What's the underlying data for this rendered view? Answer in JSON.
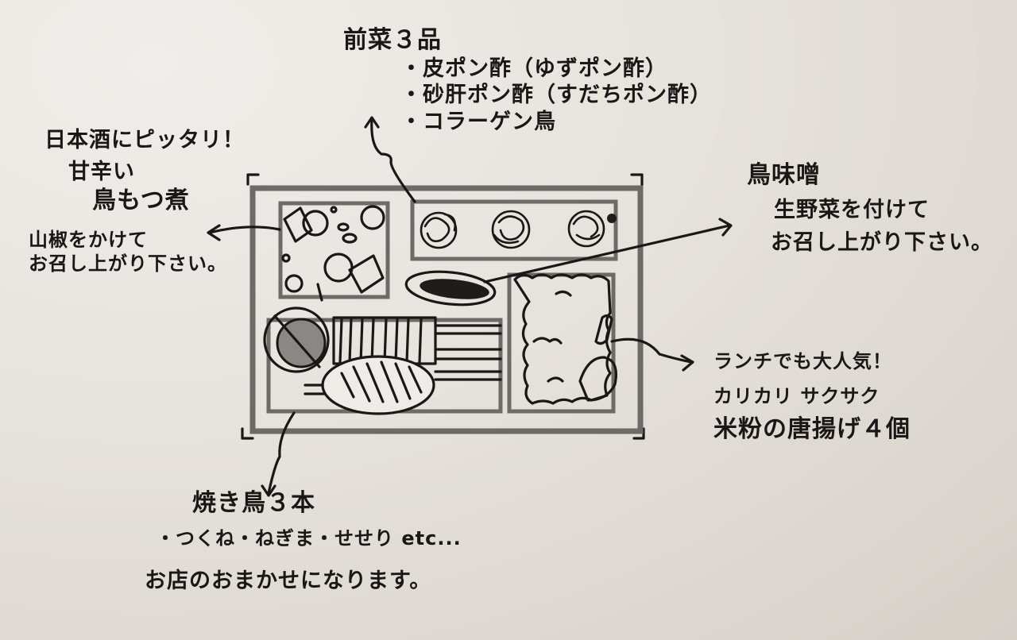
{
  "illustration": {
    "subject": "bento-box-lunch-sketch",
    "paper_color": "#e8e4de",
    "ink_color": "#1a1816"
  },
  "zensai": {
    "title": "前菜３品",
    "items": [
      "・皮ポン酢（ゆずポン酢）",
      "・砂肝ポン酢（すだちポン酢）",
      "・コラーゲン鳥"
    ]
  },
  "motsuni": {
    "tagline": "日本酒にピッタリ！",
    "line1": "甘辛い",
    "title": "鳥もつ煮",
    "desc": [
      "山椒をかけて",
      "お召し上がり下さい。"
    ]
  },
  "miso": {
    "title": "鳥味噌",
    "desc": [
      "生野菜を付けて",
      "お召し上がり下さい。"
    ]
  },
  "karaage": {
    "tagline": "ランチでも大人気！",
    "line2": "カリカリ サクサク",
    "title": "米粉の唐揚げ４個"
  },
  "yakitori": {
    "title": "焼き鳥３本",
    "items": "・つくね・ねぎま・せせり etc...",
    "note": "お店のおまかせになります。"
  }
}
